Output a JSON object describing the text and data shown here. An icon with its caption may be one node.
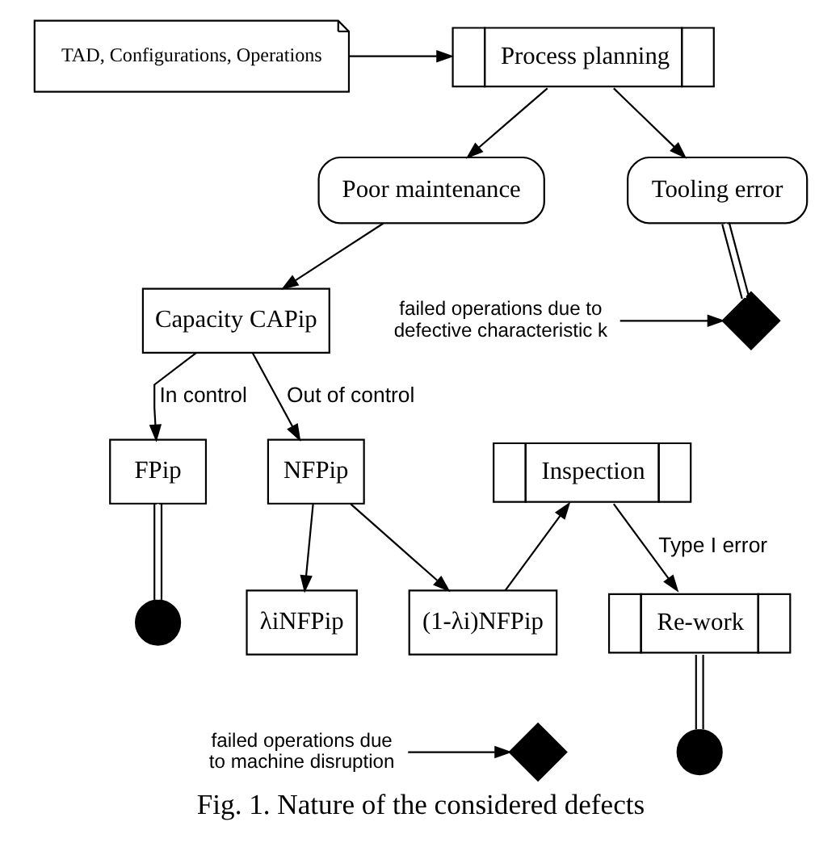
{
  "diagram": {
    "caption": "Fig. 1. Nature of the considered defects",
    "nodes": [
      {
        "text": [
          "TAD, Configurations, Operations"
        ]
      },
      {
        "text": [
          "Process planning"
        ]
      },
      {
        "text": [
          "Poor maintenance"
        ]
      },
      {
        "text": [
          "Tooling error"
        ]
      },
      {
        "text": [
          "failed operations due to defective characteristic k"
        ]
      },
      {
        "text": [],
        "shape": "diamond"
      },
      {
        "text": [
          "Capacity CAPip"
        ]
      },
      {
        "text": [
          "Re-work"
        ]
      },
      {
        "text": [
          "FPip"
        ]
      },
      {
        "text": [
          "NFPip"
        ]
      },
      {
        "text": [
          "Inspection"
        ]
      },
      {
        "text": [],
        "shape": "circle"
      },
      {
        "text": [],
        "shape": "circle"
      },
      {
        "text": [
          "λiNFPip"
        ]
      },
      {
        "text": [
          "(1-λi)NFPip"
        ]
      },
      {
        "text": [
          "failed operations due to machine disruption"
        ]
      },
      {
        "text": [],
        "shape": "diamond"
      }
    ],
    "edges": [
      {
        "from": 0,
        "to": 1,
        "arrow": "to"
      },
      {
        "from": 1,
        "to": 2,
        "arrow": "to"
      },
      {
        "from": 1,
        "to": 3,
        "arrow": "to"
      },
      {
        "from": 2,
        "to": 6,
        "arrow": "to"
      },
      {
        "from": 3,
        "to": 5,
        "arrow": "none"
      },
      {
        "from": 4,
        "to": 5,
        "arrow": "to"
      },
      {
        "from": 6,
        "to": 8,
        "arrow": "to",
        "label": "In control"
      },
      {
        "from": 6,
        "to": 9,
        "arrow": "to",
        "label": "Out of control"
      },
      {
        "from": 9,
        "to": 13,
        "arrow": "to"
      },
      {
        "from": 9,
        "to": 14,
        "arrow": "to"
      },
      {
        "from": 14,
        "to": 10,
        "arrow": "to"
      },
      {
        "from": 10,
        "to": 7,
        "arrow": "to",
        "label": "Type I error"
      },
      {
        "from": 8,
        "to": 11,
        "arrow": "none"
      },
      {
        "from": 7,
        "to": 12,
        "arrow": "none"
      },
      {
        "from": 15,
        "to": 16,
        "arrow": "to"
      }
    ]
  }
}
